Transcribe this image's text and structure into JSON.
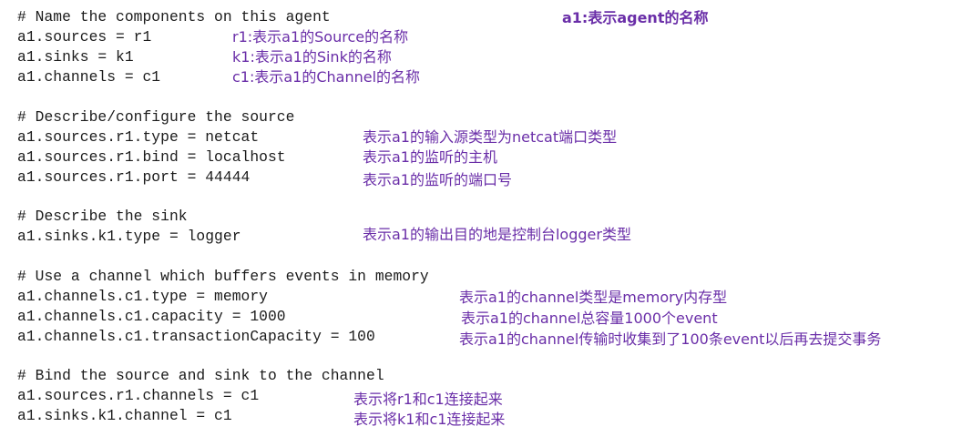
{
  "code_lines": [
    "# Name the components on this agent",
    "a1.sources = r1",
    "a1.sinks = k1",
    "a1.channels = c1",
    "# Describe/configure the source",
    "a1.sources.r1.type = netcat",
    "a1.sources.r1.bind = localhost",
    "a1.sources.r1.port = 44444",
    "# Describe the sink",
    "a1.sinks.k1.type = logger",
    "# Use a channel which buffers events in memory",
    "a1.channels.c1.type = memory",
    "a1.channels.c1.capacity = 1000",
    "a1.channels.c1.transactionCapacity = 100",
    "# Bind the source and sink to the channel",
    "a1.sources.r1.channels = c1",
    "a1.sinks.k1.channel = c1"
  ],
  "annotations": [
    "a1:表示agent的名称",
    "r1:表示a1的Source的名称",
    "k1:表示a1的Sink的名称",
    "c1:表示a1的Channel的名称",
    "表示a1的输入源类型为netcat端口类型",
    "表示a1的监听的主机",
    "表示a1的监听的端口号",
    "表示a1的输出目的地是控制台logger类型",
    "表示a1的channel类型是memory内存型",
    "表示a1的channel总容量1000个event",
    "表示a1的channel传输时收集到了100条event以后再去提交事务",
    "表示将r1和c1连接起来",
    "表示将k1和c1连接起来"
  ],
  "colors": {
    "code_text": "#1b1b1b",
    "annotation_text": "#6a2ea8",
    "background": "#ffffff"
  }
}
